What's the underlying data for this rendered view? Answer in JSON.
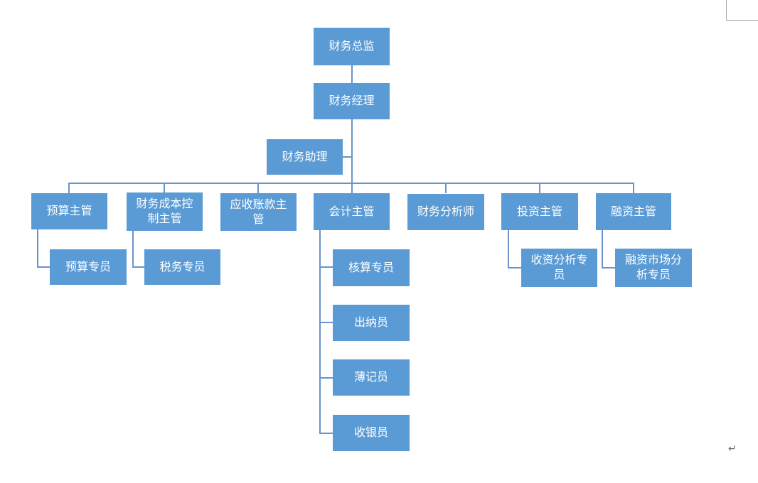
{
  "colors": {
    "box_fill": "#5b9bd5",
    "box_text": "#ffffff",
    "connector": "#6b93c9",
    "page_mark": "#a9a9a9",
    "paragraph_mark_color": "#6e6e6e"
  },
  "page": {
    "paragraph_mark": "↵"
  },
  "org": {
    "type": "org-chart",
    "nodes": [
      {
        "label": "财务总监",
        "parent": null,
        "lines": [
          "财务总监"
        ]
      },
      {
        "label": "财务经理",
        "parent": "财务总监",
        "lines": [
          "财务经理"
        ]
      },
      {
        "label": "财务助理",
        "parent": "财务经理",
        "role": "assistant",
        "lines": [
          "财务助理"
        ]
      },
      {
        "label": "预算主管",
        "parent": "财务经理",
        "lines": [
          "预算主管"
        ]
      },
      {
        "label": "财务成本控制主管",
        "parent": "财务经理",
        "lines": [
          "财务成本控",
          "制主管"
        ]
      },
      {
        "label": "应收账款主管",
        "parent": "财务经理",
        "lines": [
          "应收账款主",
          "管"
        ]
      },
      {
        "label": "会计主管",
        "parent": "财务经理",
        "lines": [
          "会计主管"
        ]
      },
      {
        "label": "财务分析师",
        "parent": "财务经理",
        "lines": [
          "财务分析师"
        ]
      },
      {
        "label": "投资主管",
        "parent": "财务经理",
        "lines": [
          "投资主管"
        ]
      },
      {
        "label": "融资主管",
        "parent": "财务经理",
        "lines": [
          "融资主管"
        ]
      },
      {
        "label": "预算专员",
        "parent": "预算主管",
        "lines": [
          "预算专员"
        ]
      },
      {
        "label": "税务专员",
        "parent": "财务成本控制主管",
        "lines": [
          "税务专员"
        ]
      },
      {
        "label": "核算专员",
        "parent": "会计主管",
        "lines": [
          "核算专员"
        ]
      },
      {
        "label": "出纳员",
        "parent": "会计主管",
        "lines": [
          "出纳员"
        ]
      },
      {
        "label": "薄记员",
        "parent": "会计主管",
        "lines": [
          "薄记员"
        ]
      },
      {
        "label": "收银员",
        "parent": "会计主管",
        "lines": [
          "收银员"
        ]
      },
      {
        "label": "收资分析专员",
        "parent": "投资主管",
        "lines": [
          "收资分析专",
          "员"
        ]
      },
      {
        "label": "融资市场分析专员",
        "parent": "融资主管",
        "lines": [
          "融资市场分",
          "析专员"
        ]
      }
    ]
  }
}
